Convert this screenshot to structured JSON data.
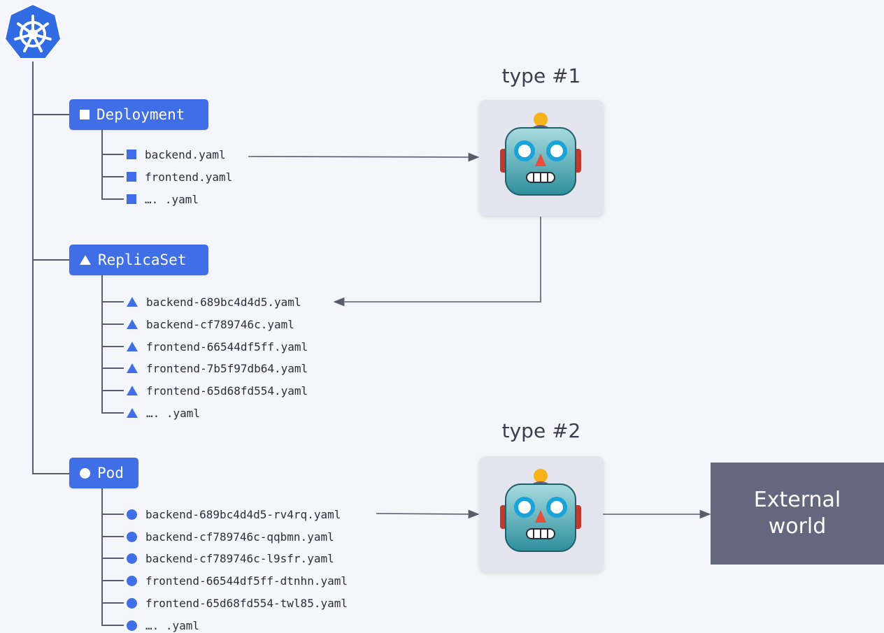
{
  "deployment": {
    "label": "Deployment",
    "items": [
      "backend.yaml",
      "frontend.yaml",
      "…. .yaml"
    ]
  },
  "replicaset": {
    "label": "ReplicaSet",
    "items": [
      "backend-689bc4d4d5.yaml",
      "backend-cf789746c.yaml",
      "frontend-66544df5ff.yaml",
      "frontend-7b5f97db64.yaml",
      "frontend-65d68fd554.yaml",
      "…. .yaml"
    ]
  },
  "pod": {
    "label": "Pod",
    "items": [
      "backend-689bc4d4d5-rv4rq.yaml",
      "backend-cf789746c-qqbmn.yaml",
      "backend-cf789746c-l9sfr.yaml",
      "frontend-66544df5ff-dtnhn.yaml",
      "frontend-65d68fd554-twl85.yaml",
      "…. .yaml"
    ]
  },
  "controllers": {
    "type1": "type #1",
    "type2": "type #2"
  },
  "external": {
    "line1": "External",
    "line2": "world"
  },
  "colors": {
    "accent": "#3f6ee6",
    "background": "#f4f6fb",
    "external_box": "#65677f",
    "lines": "#5a5c6e"
  }
}
